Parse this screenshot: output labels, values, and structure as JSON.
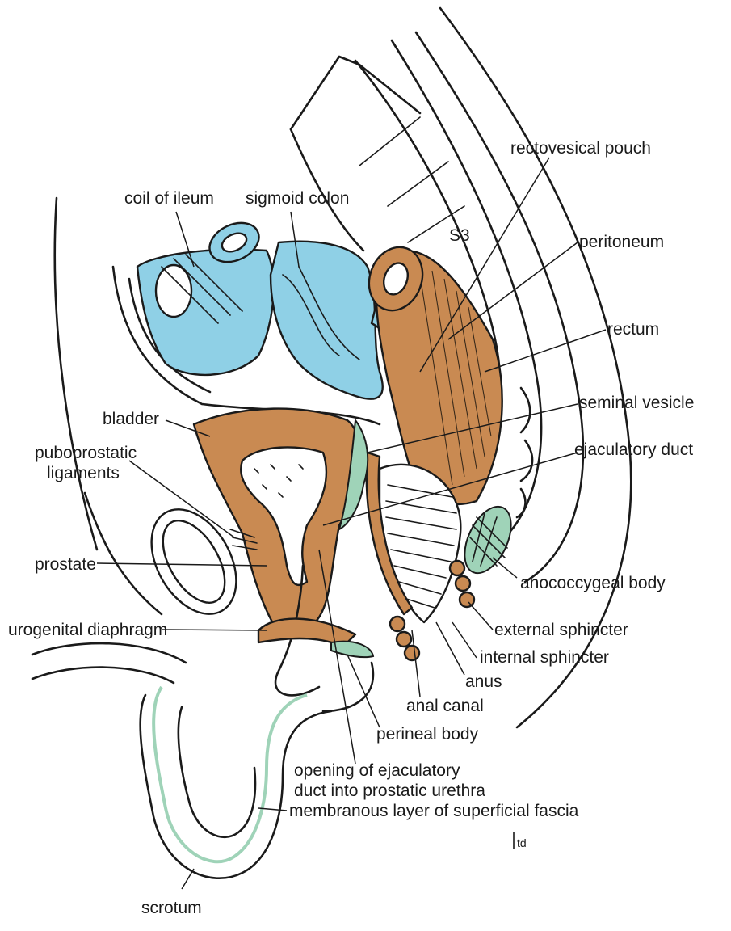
{
  "colors": {
    "intestine_blue": "#8fd0e6",
    "muscle_brown": "#c98a52",
    "fascia_green": "#9fd3b8",
    "ink": "#1a1a1a",
    "background": "#ffffff"
  },
  "labels": {
    "rectovesical_pouch": "rectovesical pouch",
    "coil_of_ileum": "coil of  ileum",
    "sigmoid_colon": "sigmoid colon",
    "s3": "S3",
    "peritoneum": "peritoneum",
    "rectum": "rectum",
    "bladder": "bladder",
    "seminal_vesicle": "seminal vesicle",
    "puboprostatic_line1": "puboprostatic",
    "puboprostatic_line2": "ligaments",
    "ejaculatory_duct": "ejaculatory duct",
    "prostate": "prostate",
    "anococcygeal_body": "anococcygeal body",
    "urogenital_diaphragm": "urogenital diaphragm",
    "external_sphincter": "external sphincter",
    "internal_sphincter": "internal sphincter",
    "anus": "anus",
    "anal_canal": "anal canal",
    "perineal_body": "perineal body",
    "opening_line1": "opening of ejaculatory",
    "opening_line2": "duct into prostatic urethra",
    "membranous_layer": "membranous layer of superficial fascia",
    "scrotum": "scrotum",
    "signature": "td"
  }
}
